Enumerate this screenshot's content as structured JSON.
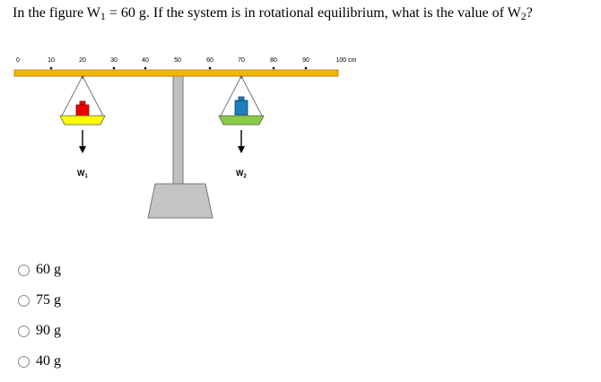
{
  "question": {
    "part1": "In the figure W",
    "sub1": "1",
    "part2": " = 60 g.  If the system is in rotational equilibrium, what is the value of W",
    "sub2": "2",
    "part3": "?"
  },
  "diagram": {
    "scale_labels": [
      "0",
      "10",
      "20",
      "30",
      "40",
      "50",
      "60",
      "70",
      "80",
      "90",
      "100 cm"
    ],
    "weight1": {
      "letter": "W",
      "sub": "1",
      "position_cm": 20
    },
    "weight2": {
      "letter": "W",
      "sub": "2",
      "position_cm": 70
    },
    "fulcrum_cm": 50,
    "colors": {
      "beam": "#f5b400",
      "pan_left": "#ffff00",
      "pan_right": "#88cc44",
      "weight_left": "#ee0000",
      "weight_right": "#1e7fc0",
      "stand": "#c0c0c0"
    }
  },
  "options": [
    {
      "label": "60 g"
    },
    {
      "label": "75 g"
    },
    {
      "label": "90 g"
    },
    {
      "label": "40 g"
    }
  ]
}
